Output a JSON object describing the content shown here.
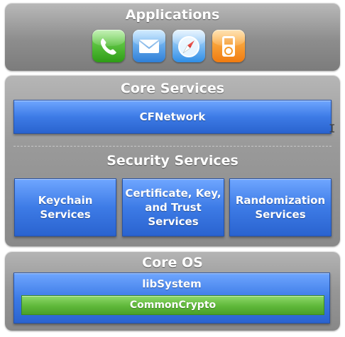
{
  "layers": {
    "applications": {
      "title": "Applications"
    },
    "core_services": {
      "title": "Core Services",
      "cfnetwork": "CFNetwork",
      "security_title": "Security Services",
      "keychain_l1": "Keychain",
      "keychain_l2": "Services",
      "cert_l1": "Certificate, Key,",
      "cert_l2": "and Trust",
      "cert_l3": "Services",
      "random_l1": "Randomization",
      "random_l2": "Services"
    },
    "core_os": {
      "title": "Core OS",
      "libsystem": "libSystem",
      "commoncrypto": "CommonCrypto"
    }
  },
  "app_icons": [
    "phone-icon",
    "mail-icon",
    "safari-icon",
    "ipod-icon"
  ],
  "colors": {
    "layer_gray": "#9a9a9a",
    "box_blue": "#3d7be6",
    "box_green": "#5fb83a"
  }
}
